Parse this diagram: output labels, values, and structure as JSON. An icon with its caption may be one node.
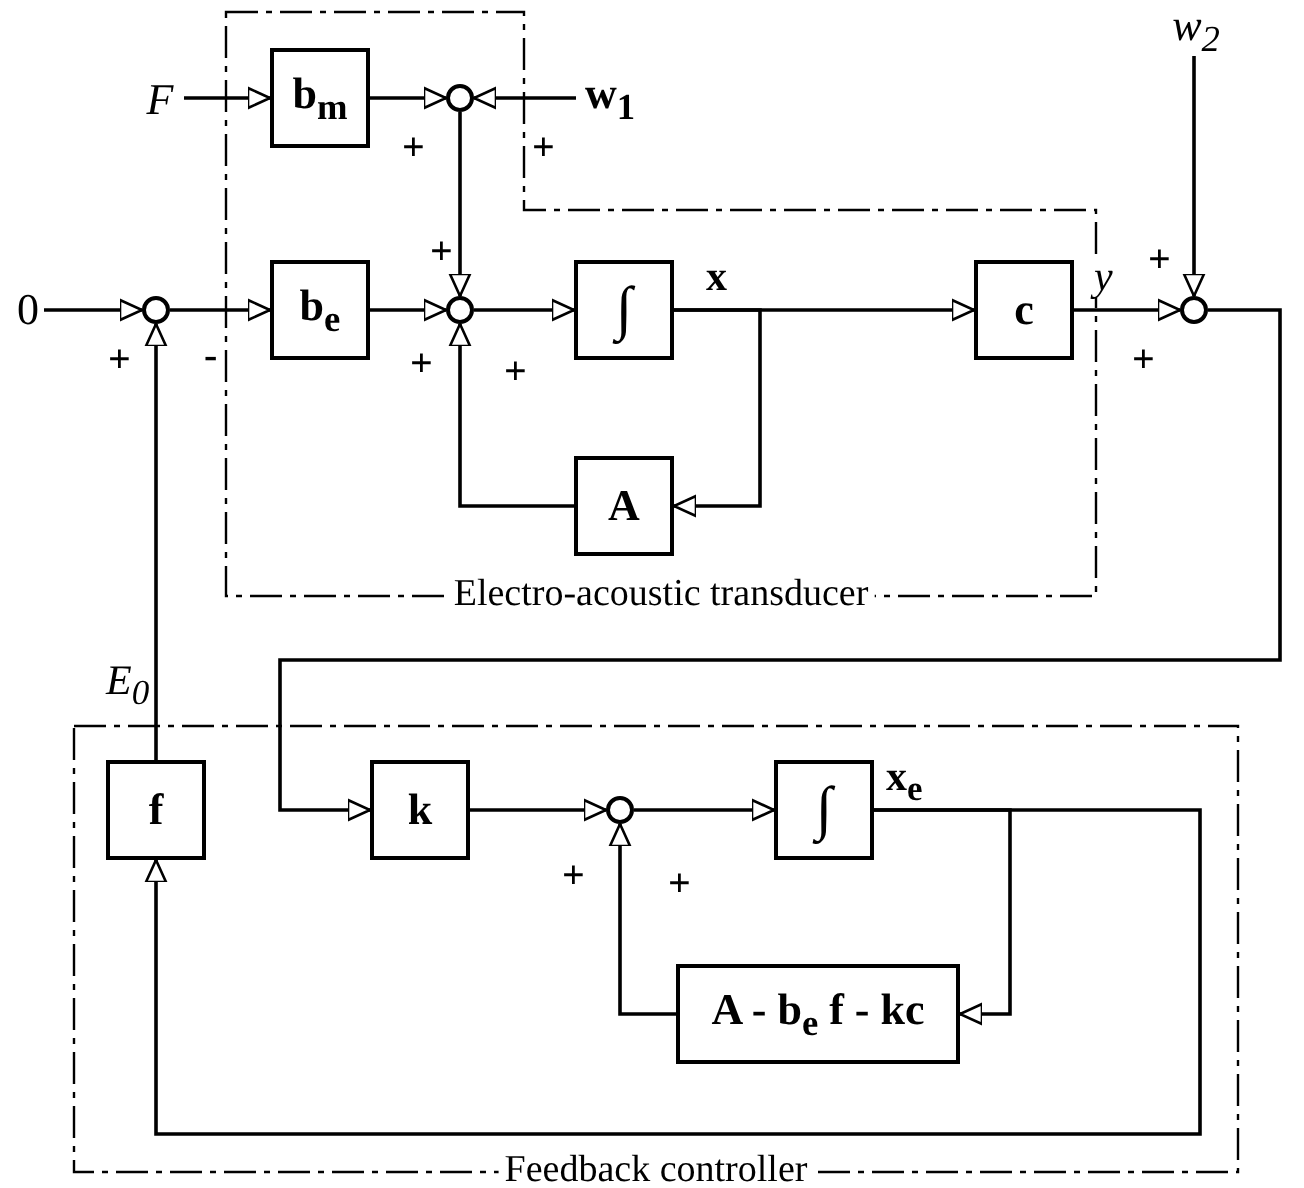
{
  "diagram": {
    "nodes": [
      {
        "text": [
          "Electro-acoustic transducer"
        ]
      },
      {
        "text": [
          "F"
        ]
      },
      {
        "text": [
          "b$_{m}$"
        ],
        "in": 0
      },
      {
        "text": [],
        "shape": "circle",
        "in": 0
      },
      {
        "text": [
          "w$_{1}$"
        ]
      },
      {
        "text": [
          "0"
        ]
      },
      {
        "text": [],
        "shape": "circle"
      },
      {
        "text": [
          "b$_{e}$"
        ],
        "in": 0
      },
      {
        "text": [],
        "shape": "circle",
        "in": 0
      },
      {
        "text": [
          "∫"
        ],
        "in": 0
      },
      {
        "text": [
          "c"
        ],
        "in": 0
      },
      {
        "text": [
          "A"
        ],
        "in": 0
      },
      {
        "text": [],
        "shape": "circle"
      },
      {
        "text": [
          "w$_{2}$"
        ]
      },
      {
        "text": [
          "Feedback controller"
        ]
      },
      {
        "text": [
          "f"
        ],
        "in": 14
      },
      {
        "text": [
          "k"
        ],
        "in": 14
      },
      {
        "text": [],
        "shape": "circle",
        "in": 14
      },
      {
        "text": [
          "∫"
        ],
        "in": 14
      },
      {
        "text": [
          "A - b$_{e}$ f - kc"
        ],
        "in": 14
      }
    ],
    "edges": [
      {
        "from": 1,
        "to": 2,
        "arrow": "to"
      },
      {
        "from": 2,
        "to": 3,
        "arrow": "to"
      },
      {
        "from": 4,
        "to": 3,
        "arrow": "to"
      },
      {
        "from": 3,
        "to": 8,
        "arrow": "to"
      },
      {
        "from": 5,
        "to": 6,
        "arrow": "to"
      },
      {
        "from": 6,
        "to": 7,
        "arrow": "to"
      },
      {
        "from": 7,
        "to": 8,
        "arrow": "to"
      },
      {
        "from": 8,
        "to": 9,
        "arrow": "to"
      },
      {
        "from": 9,
        "to": 10,
        "arrow": "to",
        "label": "x"
      },
      {
        "from": 9,
        "to": 11,
        "arrow": "to"
      },
      {
        "from": 11,
        "to": 8,
        "arrow": "to"
      },
      {
        "from": 10,
        "to": 12,
        "arrow": "to",
        "label": "y"
      },
      {
        "from": 13,
        "to": 12,
        "arrow": "to"
      },
      {
        "from": 12,
        "to": 16,
        "arrow": "to"
      },
      {
        "from": 16,
        "to": 17,
        "arrow": "to"
      },
      {
        "from": 17,
        "to": 18,
        "arrow": "to"
      },
      {
        "from": 18,
        "to": 19,
        "arrow": "to",
        "label": "x$_{e}$"
      },
      {
        "from": 19,
        "to": 17,
        "arrow": "to"
      },
      {
        "from": 18,
        "to": 15,
        "arrow": "to"
      },
      {
        "from": 15,
        "to": 6,
        "arrow": "to",
        "label": "E$_{0}$"
      }
    ],
    "labels": [
      "+",
      "+",
      "+",
      "+",
      "-",
      "+",
      "+",
      "+",
      "+",
      "+",
      "+"
    ]
  }
}
